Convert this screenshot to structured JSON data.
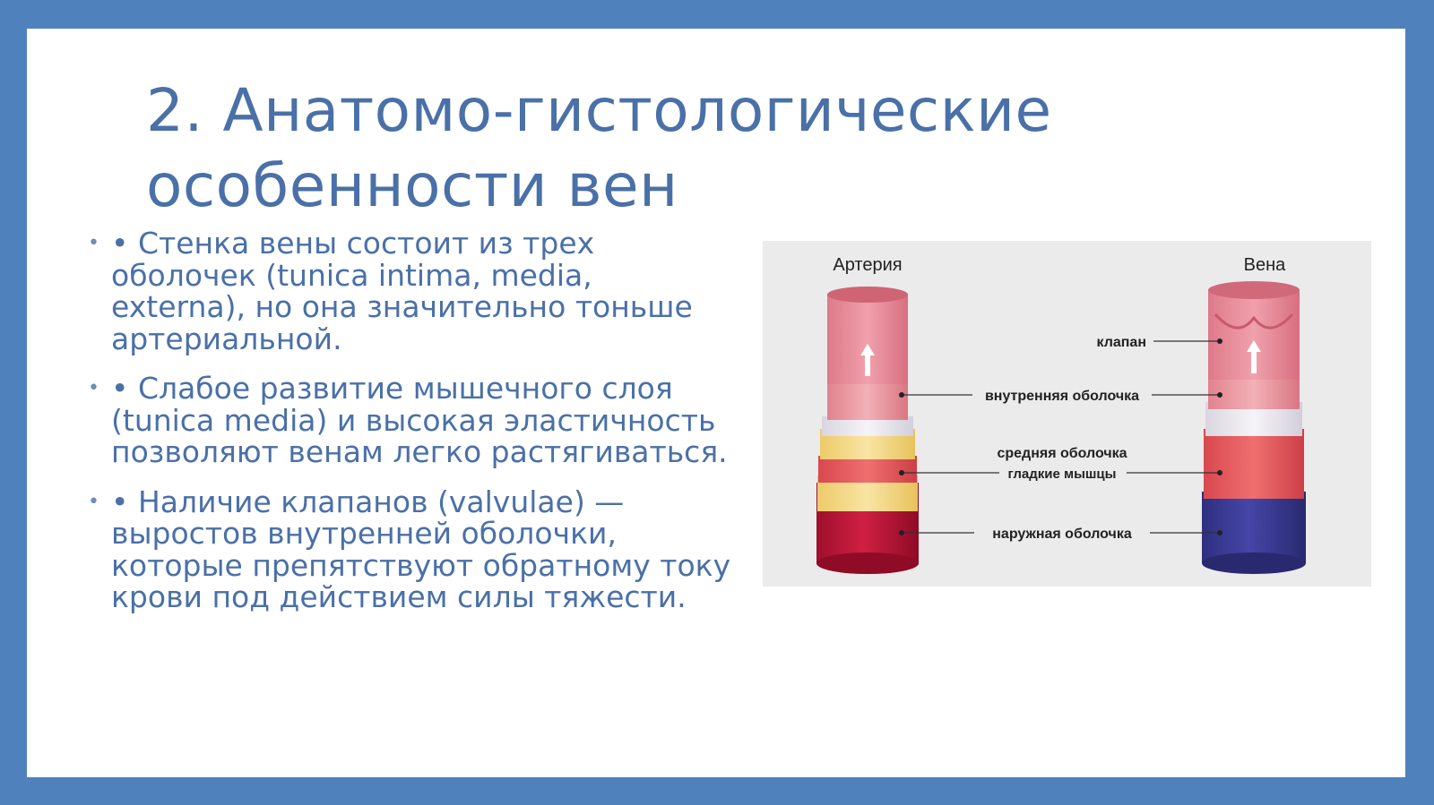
{
  "slide": {
    "title_line1": "2. Анатомо-гистологические",
    "title_line2": "особенности вен",
    "bullet_marker": "•",
    "bullets": [
      {
        "text": "• Стенка вены состоит из трех оболочек (tunica intima, media, externa), но она значительно тоньше артериальной."
      },
      {
        "text": "• Слабое развитие мышечного слоя (tunica media) и высокая эластичность позволяют венам легко растягиваться."
      },
      {
        "text": "• Наличие клапанов (valvulae) — выростов внутренней оболочки, которые препятствуют обратному току крови под действием силы тяжести."
      }
    ]
  },
  "figure": {
    "artery_label": "Артерия",
    "vein_label": "Вена",
    "labels": {
      "valve": "клапан",
      "inner": "внутренняя оболочка",
      "middle": "средняя оболочка",
      "muscle": "гладкие мышцы",
      "outer": "наружная оболочка"
    },
    "colors": {
      "background": "#ebebeb",
      "artery_outer": "#b81535",
      "vein_outer": "#3b3b96",
      "muscle": "#e05a5a",
      "inner": "#e89aa3"
    }
  },
  "theme": {
    "frame": "#4f81bd",
    "text": "#4a70a8"
  }
}
